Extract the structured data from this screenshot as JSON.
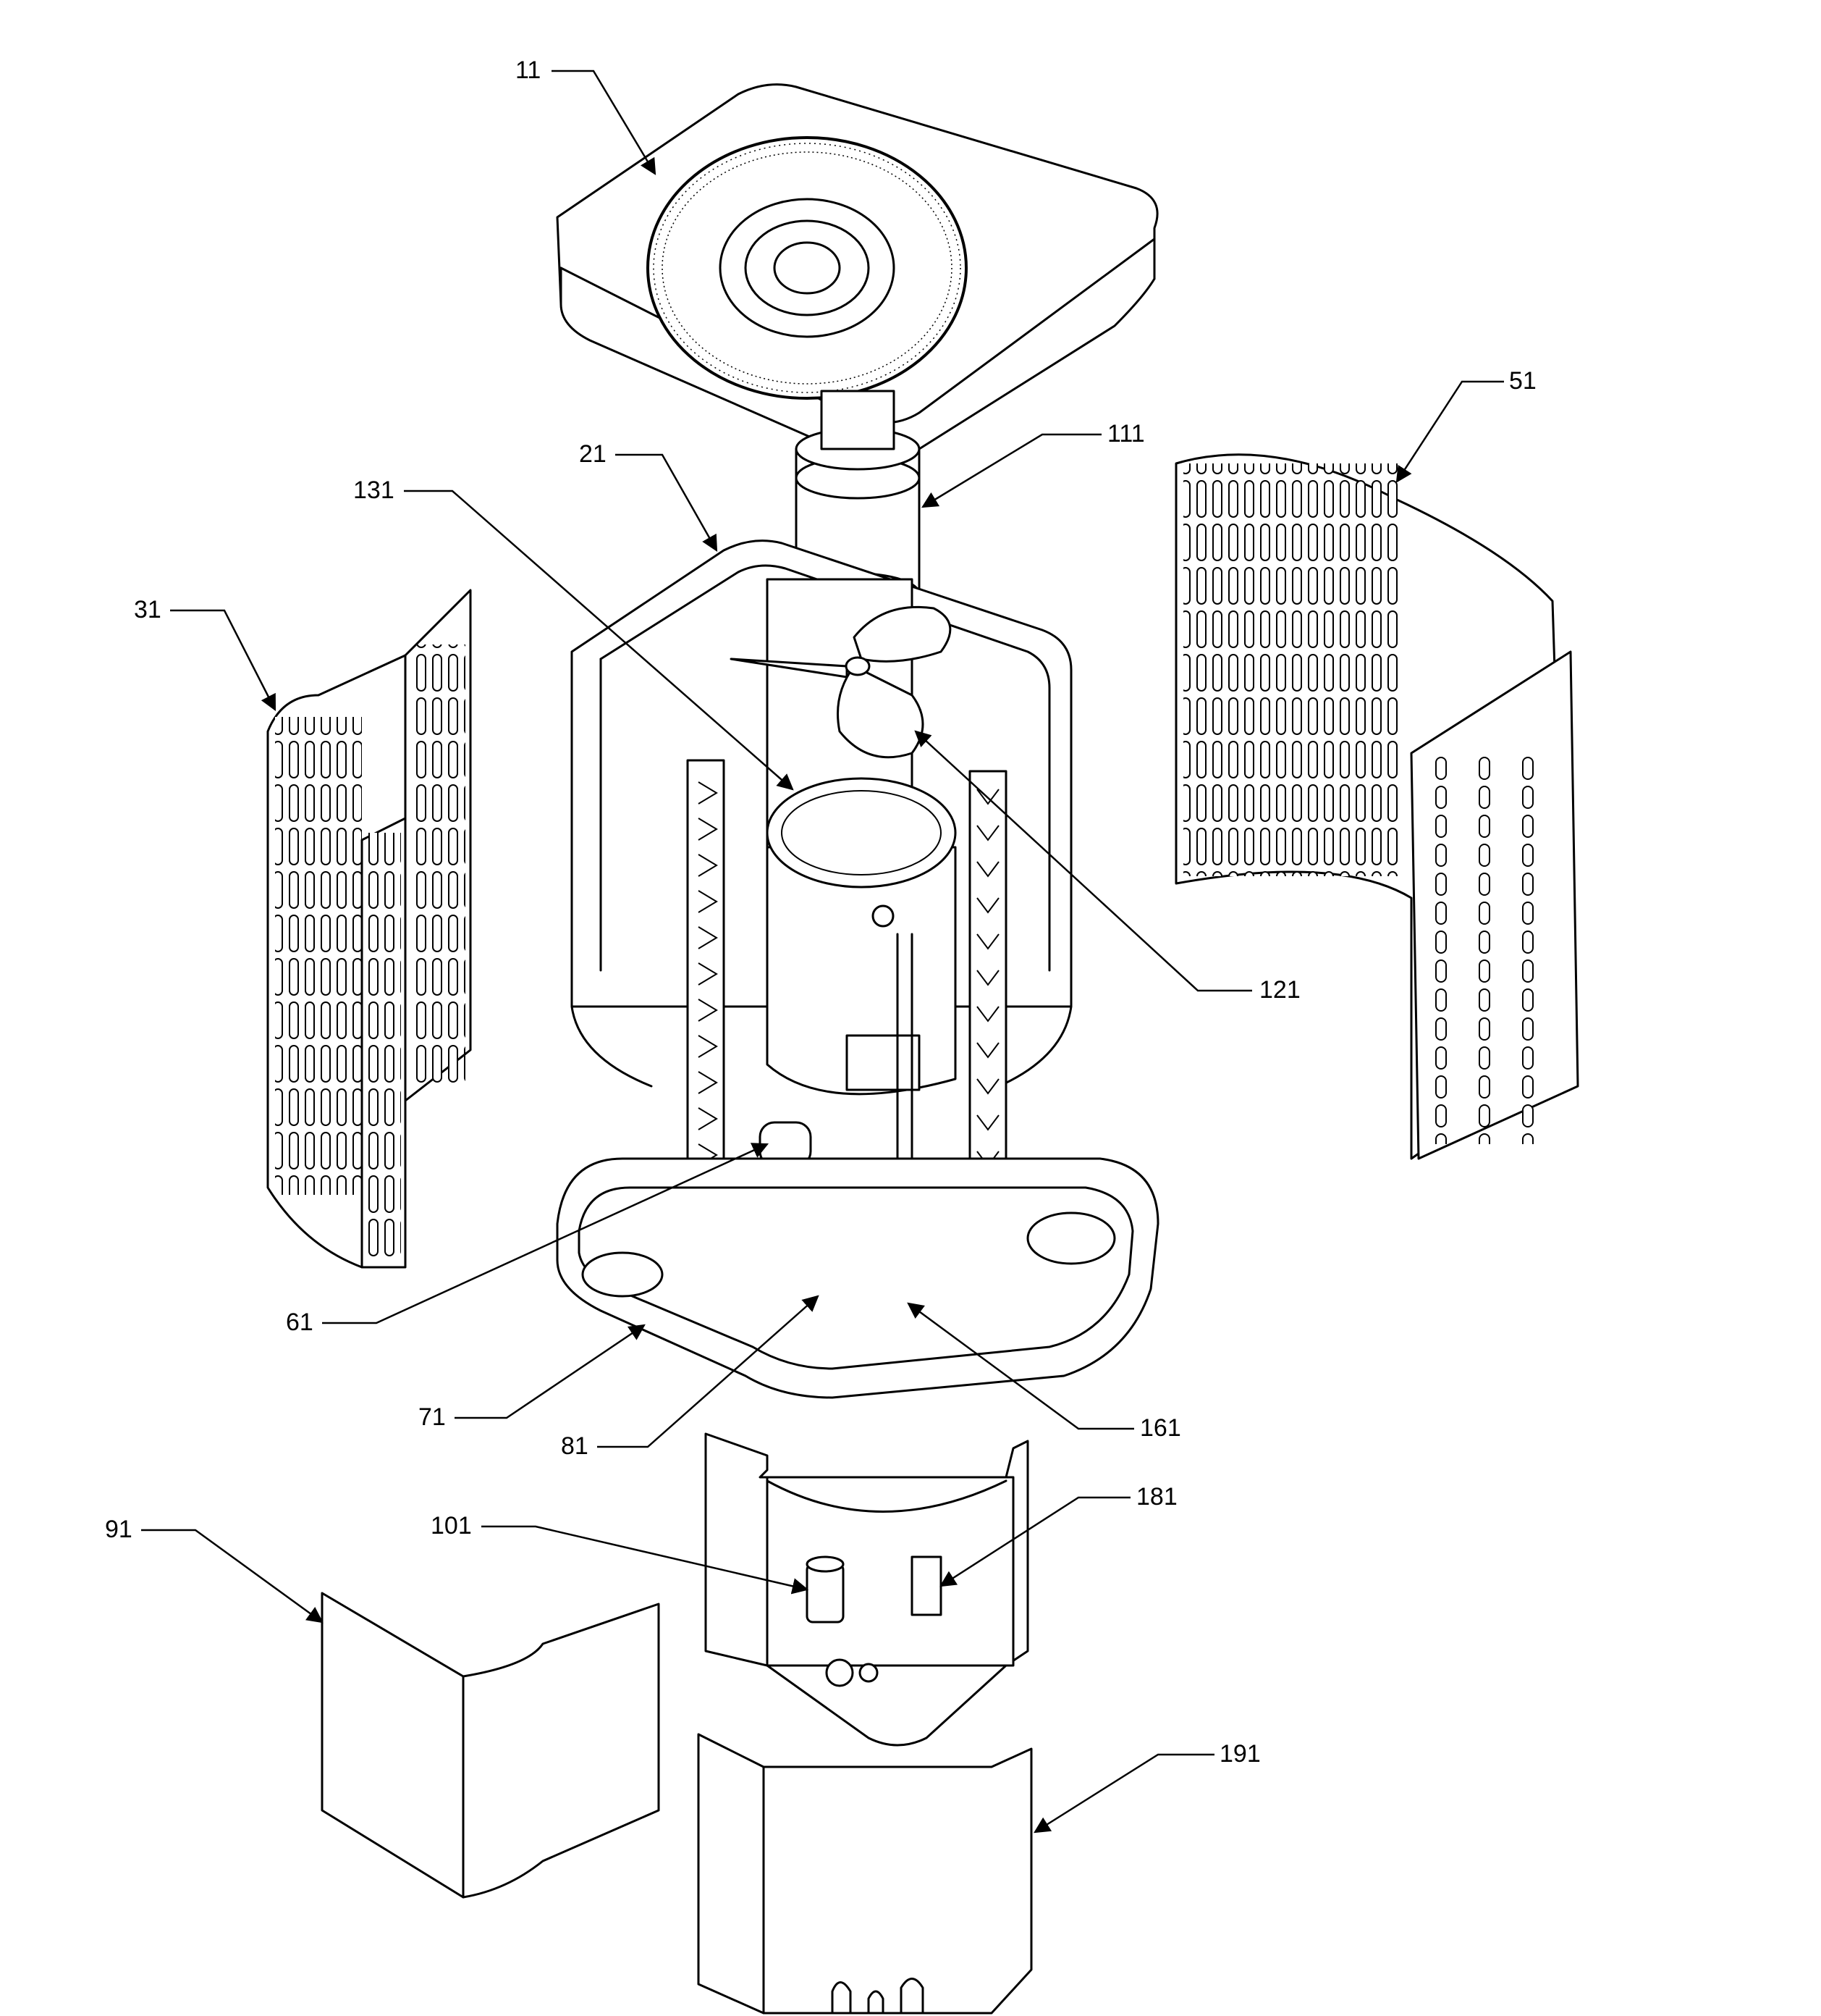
{
  "callouts": [
    {
      "id": "11"
    },
    {
      "id": "21"
    },
    {
      "id": "31"
    },
    {
      "id": "51"
    },
    {
      "id": "61"
    },
    {
      "id": "71"
    },
    {
      "id": "81"
    },
    {
      "id": "91"
    },
    {
      "id": "101"
    },
    {
      "id": "111"
    },
    {
      "id": "121"
    },
    {
      "id": "131"
    },
    {
      "id": "161"
    },
    {
      "id": "181"
    },
    {
      "id": "191"
    }
  ]
}
